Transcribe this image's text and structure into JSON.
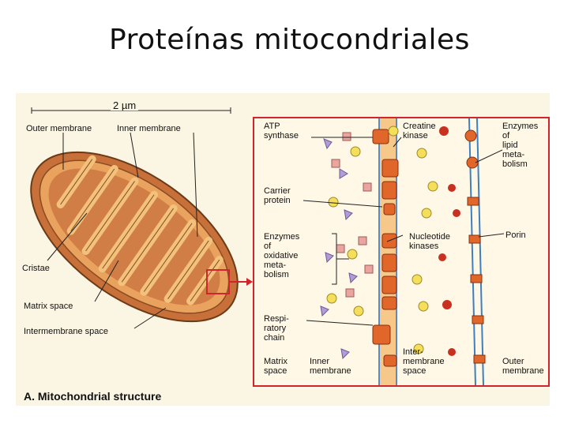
{
  "slide": {
    "title": "Proteínas mitocondriales"
  },
  "figure": {
    "scale_label": "2 µm",
    "left_labels": {
      "outer_membrane": "Outer membrane",
      "inner_membrane": "Inner membrane",
      "cristae": "Cristae",
      "matrix_space": "Matrix space",
      "intermembrane_space": "Intermembrane space"
    },
    "panel_labels": {
      "atp_synthase": "ATP\nsynthase",
      "carrier_protein": "Carrier\nprotein",
      "enzymes_oxidative": "Enzymes\nof\noxidative\nmeta-\nbolism",
      "respiratory_chain": "Respi-\nratory\nchain",
      "matrix_space": "Matrix\nspace",
      "inner_membrane": "Inner\nmembrane",
      "creatine_kinase": "Creatine\nkinase",
      "nucleotide_kinases": "Nucleotide\nkinases",
      "intermembrane_space": "Inter-\nmembrane\nspace",
      "enzymes_lipid": "Enzymes\nof\nlipid\nmeta-\nbolism",
      "porin": "Porin",
      "outer_membrane": "Outer\nmembrane"
    },
    "caption": "A. Mitochondrial structure"
  },
  "colors": {
    "mito_outer": "#c8703a",
    "mito_fill": "#e9a35e",
    "cristae": "#f2c27c",
    "matrix": "#d07e46",
    "highlight": "#d2242c",
    "membrane_blue": "#3f7fbf",
    "protein_orange": "#e0662a",
    "metabolite_yellow": "#f5df5a",
    "metabolite_purple": "#b29bd6",
    "metabolite_pink": "#e9a6a1"
  }
}
